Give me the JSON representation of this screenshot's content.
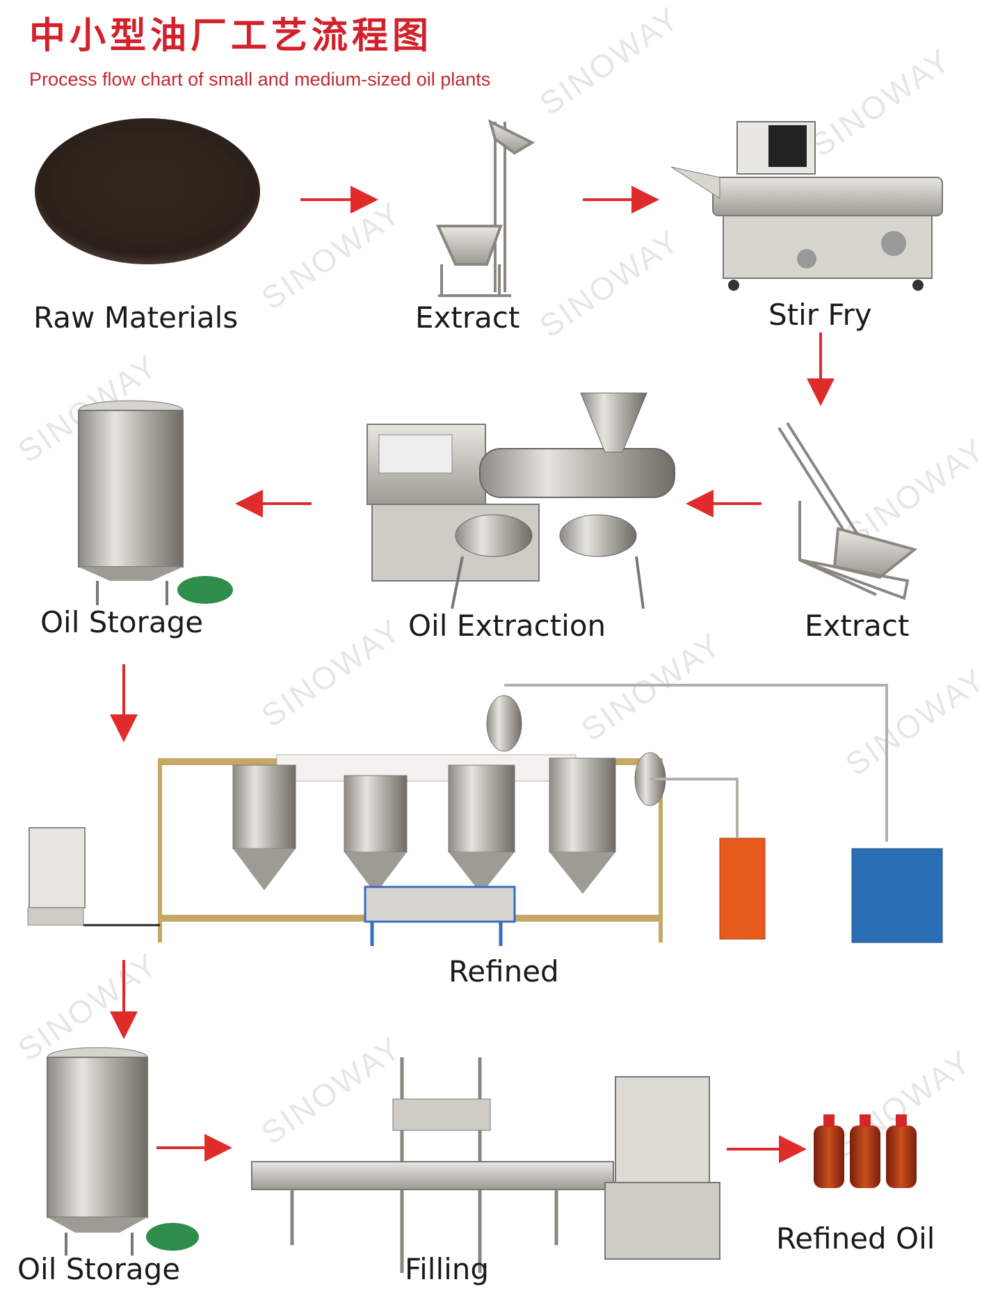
{
  "title": {
    "cn": "中小型油厂工艺流程图",
    "en": "Process flow chart of small and medium-sized oil plants"
  },
  "watermark": "SINOWAY",
  "colors": {
    "title": "#d3202a",
    "arrow": "#e02b2b",
    "steel": "#b9b6b0"
  },
  "steps": {
    "raw_materials": "Raw Materials",
    "extract_1": "Extract",
    "stir_fry": "Stir Fry",
    "extract_2": "Extract",
    "oil_extraction": "Oil Extraction",
    "oil_storage_1": "Oil Storage",
    "refined": "Refined",
    "oil_storage_2": "Oil Storage",
    "filling": "Filling",
    "refined_oil": "Refined Oil"
  }
}
